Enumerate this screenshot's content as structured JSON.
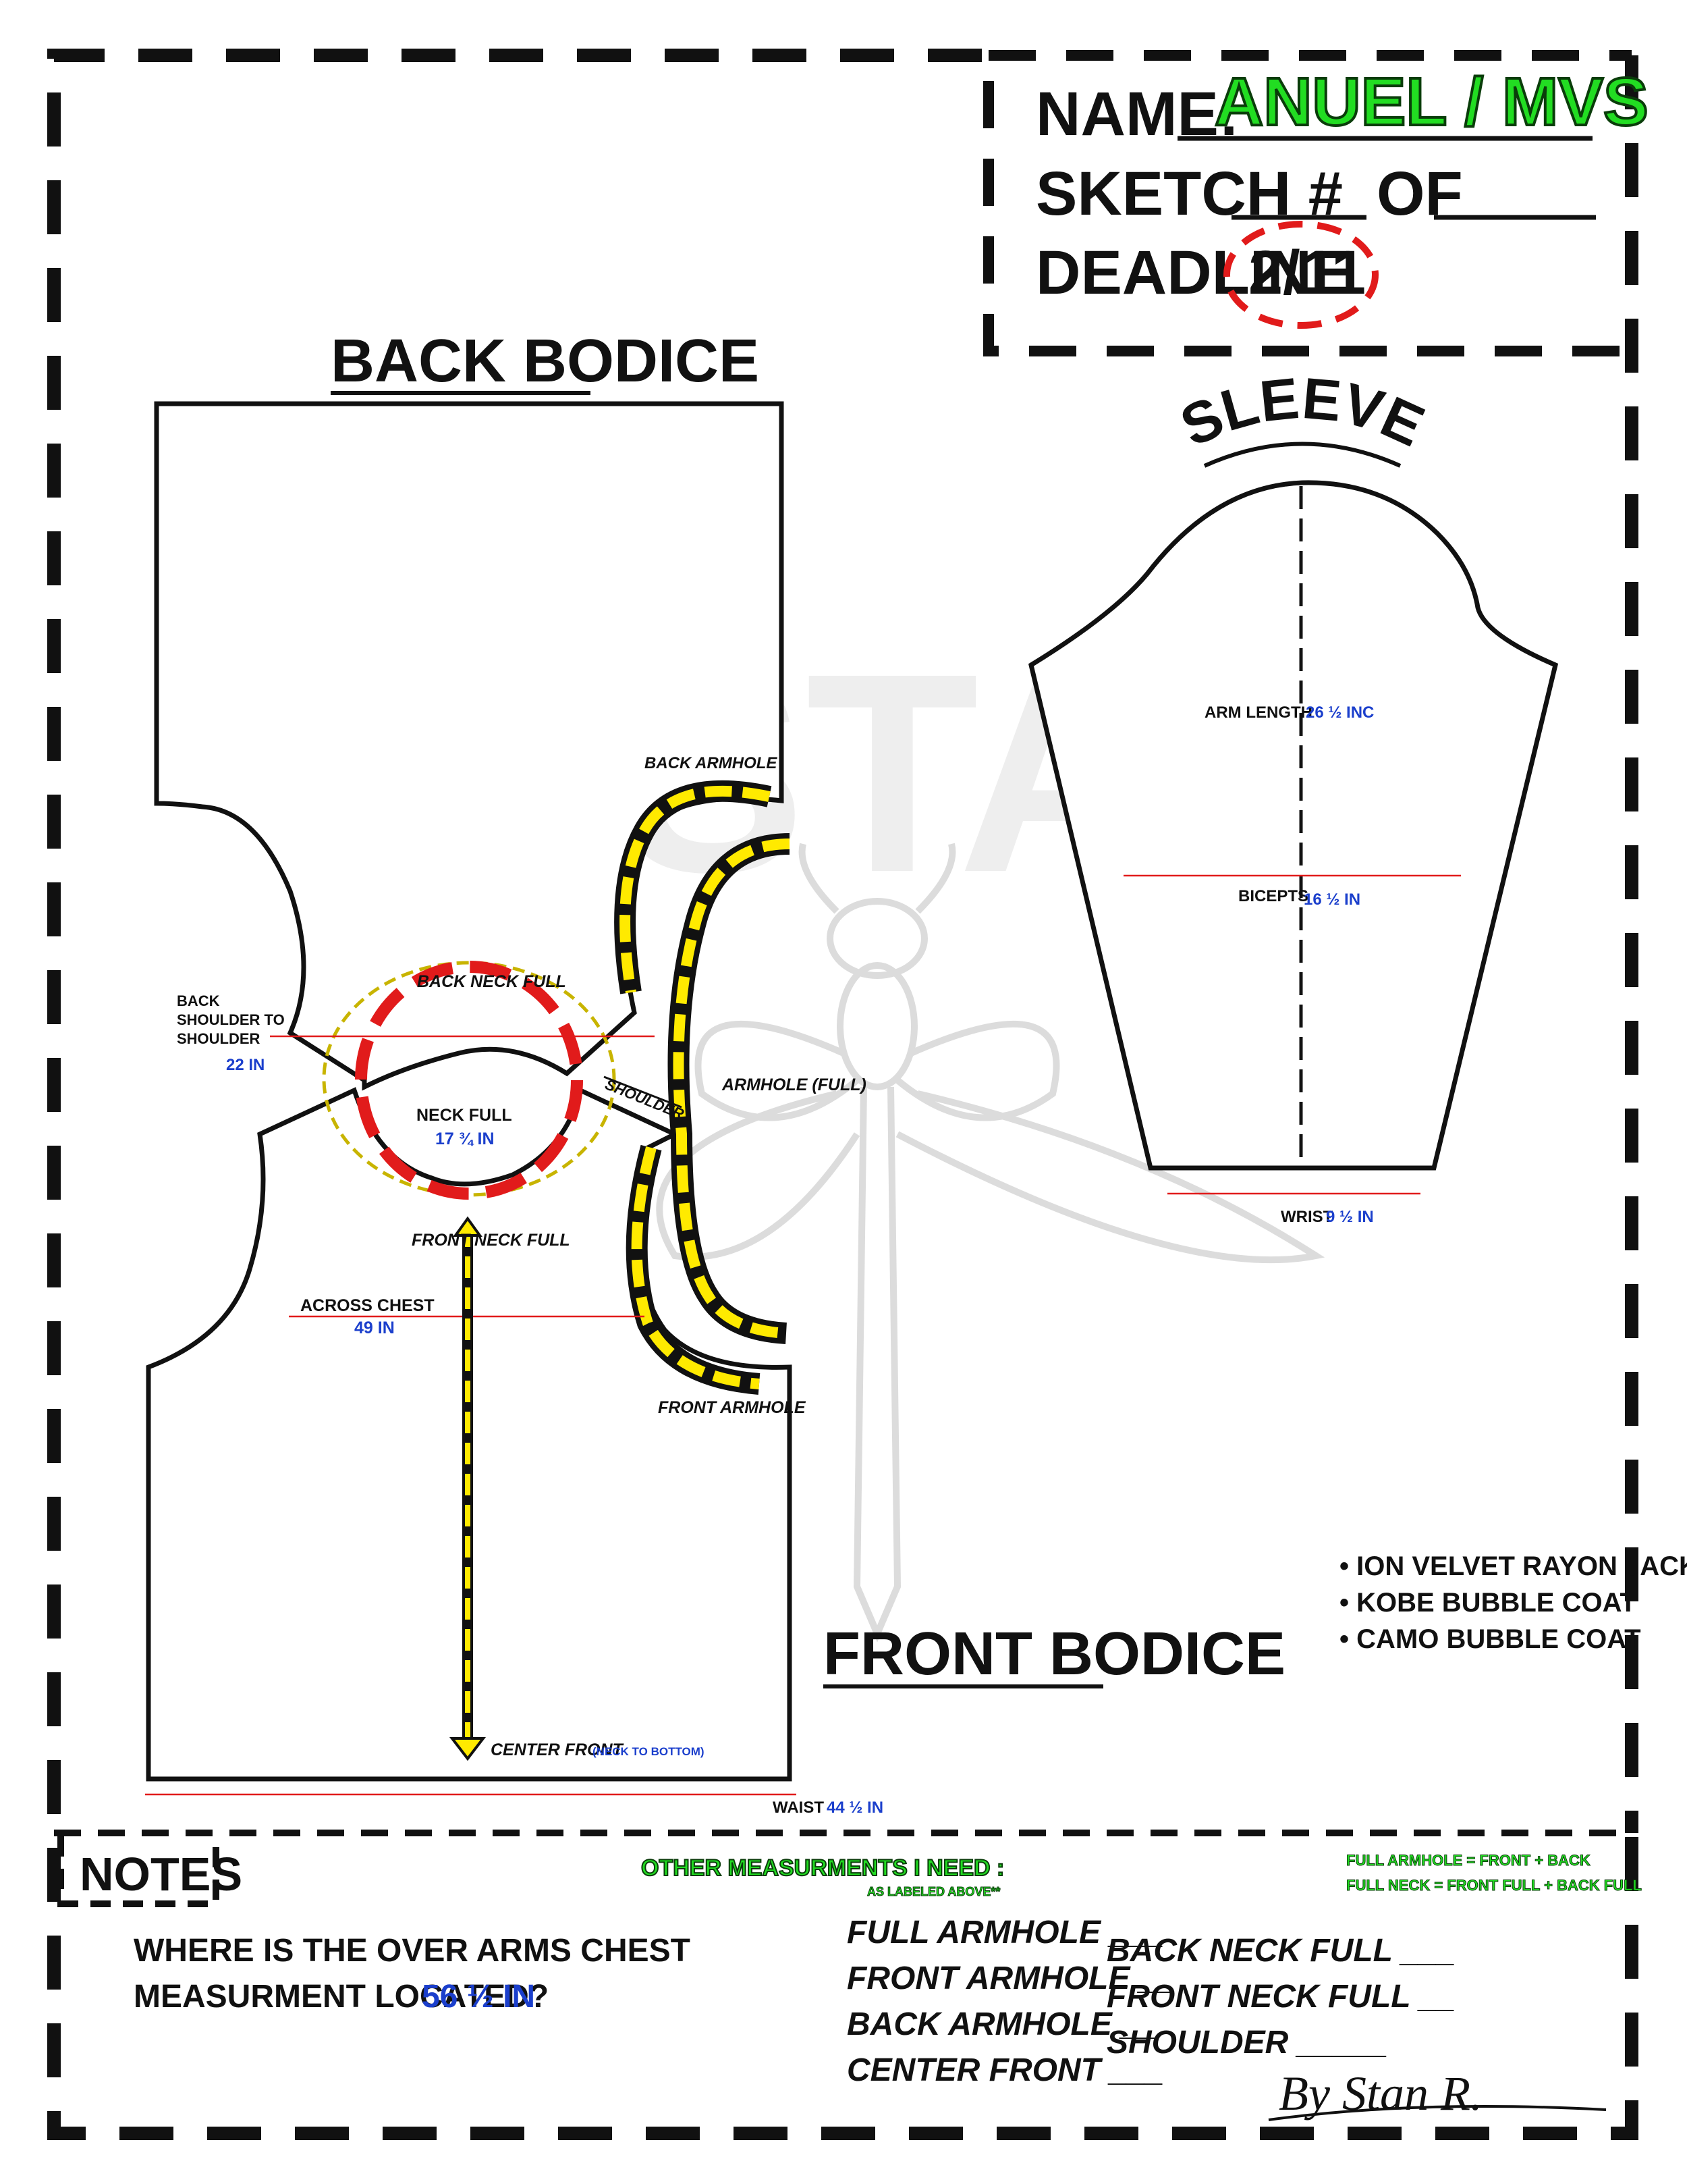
{
  "header": {
    "name_label": "NAME:",
    "name_value": "ANUEL / MVS",
    "sketch_label": "SKETCH #",
    "of_label": "OF",
    "deadline_label": "DEADLINE",
    "deadline_value": "2/11"
  },
  "back_bodice": {
    "title": "BACK BODICE",
    "back_armhole": "BACK ARMHOLE",
    "back_neck_full": "BACK NECK FULL",
    "shoulder_to_shoulder_1": "BACK",
    "shoulder_to_shoulder_2": "SHOULDER TO",
    "shoulder_to_shoulder_3": "SHOULDER",
    "shoulder_to_shoulder_value": "22 IN",
    "neck_full": "NECK FULL",
    "neck_full_value": "17 ¾ IN",
    "shoulder": "SHOULDER",
    "armhole_full": "ARMHOLE (FULL)"
  },
  "front_bodice": {
    "title": "FRONT BODICE",
    "front_neck_full": "FRONT NECK FULL",
    "across_chest": "ACROSS CHEST",
    "across_chest_value": "49 IN",
    "front_armhole": "FRONT ARMHOLE",
    "center_front": "CENTER FRONT",
    "center_front_note": "(NECK TO BOTTOM)",
    "waist": "WAIST",
    "waist_value": "44 ½ IN"
  },
  "sleeve": {
    "title": "SLEEVE",
    "arm_length": "ARM LENGTH",
    "arm_length_value": "26 ½ INC",
    "biceps": "BICEPTS",
    "biceps_value": "16 ½ IN",
    "wrist": "WRIST",
    "wrist_value": "9 ½ IN"
  },
  "garments": [
    "• ION VELVET RAYON JACKET",
    "• KOBE BUBBLE COAT",
    "• CAMO BUBBLE COAT"
  ],
  "notes": {
    "title": "NOTES",
    "question_line1": "WHERE IS THE OVER ARMS CHEST",
    "question_line2": "MEASURMENT LOCATED?",
    "answer": "56 ½ IN",
    "other_title": "OTHER MEASURMENTS I NEED :",
    "other_sub": "AS LABELED  ABOVE**",
    "formula1": "FULL ARMHOLE = FRONT + BACK",
    "formula2": "FULL NECK = FRONT FULL + BACK FULL",
    "list_left": [
      "FULL ARMHOLE ___",
      "FRONT ARMHOLE __",
      "BACK ARMHOLE __",
      "CENTER FRONT ___"
    ],
    "list_right": [
      "BACK NECK FULL ___",
      "FRONT NECK FULL __",
      "SHOULDER _____"
    ]
  },
  "signature": "By Stan R.",
  "colors": {
    "ink": "#111111",
    "blue": "#1b3fcc",
    "green": "#22dd22",
    "red": "#e11b1b",
    "yellow": "#ffea00",
    "watermark": "#e6e6e6"
  }
}
